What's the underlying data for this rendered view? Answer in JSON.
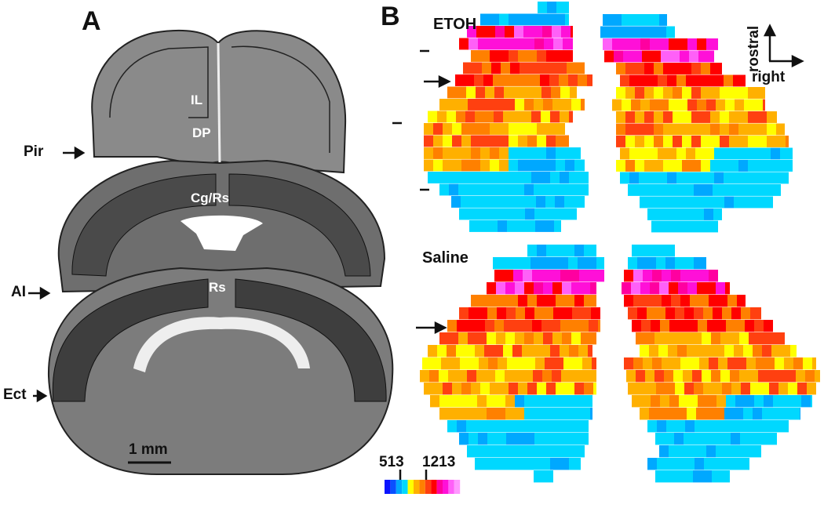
{
  "panel_a": {
    "label": "A",
    "region_labels": {
      "il": "IL",
      "dp": "DP",
      "cg_rs": "Cg/Rs",
      "rs": "Rs"
    },
    "arrow_labels": {
      "pir": "Pir",
      "ai": "AI",
      "ect": "Ect"
    },
    "scale_bar": "1 mm"
  },
  "panel_b": {
    "label": "B",
    "groups": {
      "etoh": "ETOH",
      "saline": "Saline"
    },
    "orientation": {
      "rostral": "rostral",
      "right": "right"
    },
    "colorbar": {
      "min_label": "513",
      "max_label": "1213",
      "colors": [
        "#0a14ff",
        "#0a50ff",
        "#00a8ff",
        "#00d8ff",
        "#ffff00",
        "#ffb000",
        "#ff8000",
        "#ff4010",
        "#ff0000",
        "#ff00a0",
        "#ff10d8",
        "#ff60f8",
        "#ff98ff"
      ]
    }
  }
}
